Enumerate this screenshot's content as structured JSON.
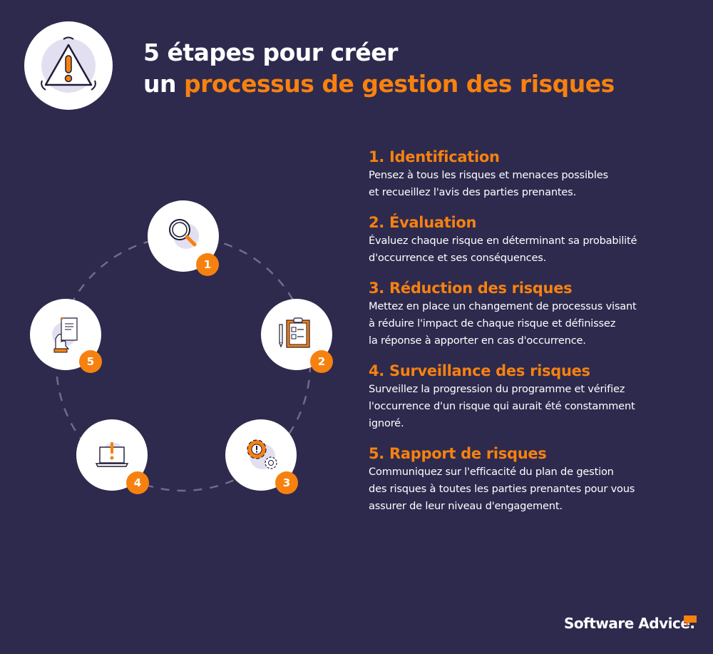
{
  "header": {
    "icon": "warning-triangle-icon",
    "title_line1": "5 étapes pour créer",
    "title_line2_prefix": "un ",
    "title_line2_highlight": "processus de gestion des risques"
  },
  "cycle": {
    "nodes": [
      {
        "number": "1",
        "icon": "magnifying-glass-icon"
      },
      {
        "number": "2",
        "icon": "clipboard-checklist-icon"
      },
      {
        "number": "3",
        "icon": "gears-alert-icon"
      },
      {
        "number": "4",
        "icon": "laptop-alert-icon"
      },
      {
        "number": "5",
        "icon": "hand-document-icon"
      }
    ]
  },
  "steps": [
    {
      "title": "1. Identification",
      "body": "Pensez à tous les risques et menaces possibles\net recueillez l'avis des parties prenantes."
    },
    {
      "title": "2. Évaluation",
      "body": "Évaluez chaque risque en déterminant sa probabilité\nd'occurrence et ses conséquences."
    },
    {
      "title": "3. Réduction des risques",
      "body": "Mettez en place un changement de processus visant\nà réduire l'impact de chaque risque et définissez\nla réponse à apporter en cas d'occurrence."
    },
    {
      "title": "4. Surveillance des risques",
      "body": "Surveillez la progression du programme et vérifiez\nl'occurrence d'un risque qui aurait été constamment\nignoré."
    },
    {
      "title": "5. Rapport de risques",
      "body": "Communiquez sur l'efficacité du plan de gestion\ndes risques à toutes les parties prenantes pour vous\nassurer de leur niveau d'engagement."
    }
  ],
  "footer": {
    "brand": "Software Advice."
  },
  "colors": {
    "background": "#2d2a4e",
    "accent": "#f7810f",
    "text": "#ffffff",
    "icon_bg": "#e2e0f0"
  }
}
